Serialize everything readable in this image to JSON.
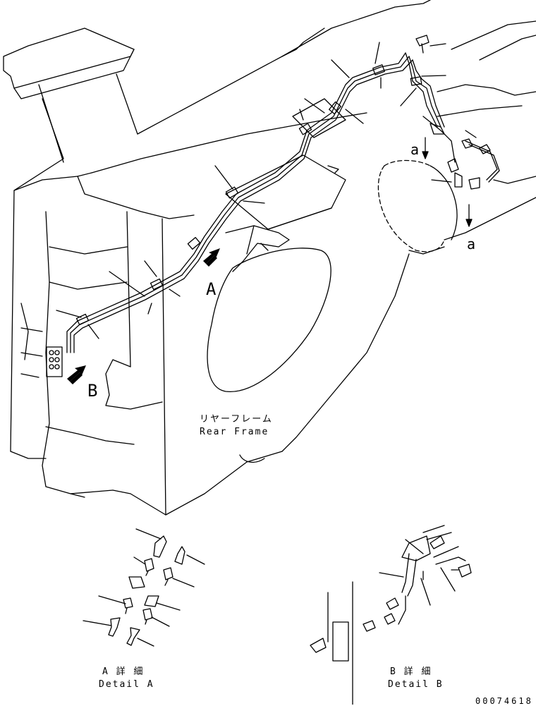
{
  "labels": {
    "rear_frame_jp": "リヤーフレーム",
    "rear_frame_en": "Rear Frame",
    "view_a": "A",
    "view_b": "B",
    "section_a_top": "a",
    "section_a_bottom": "a",
    "detail_a_jp": "A 詳 細",
    "detail_a_en": "Detail A",
    "detail_b_jp": "B 詳 細",
    "detail_b_en": "Detail B",
    "drawing_number": "00074618"
  }
}
